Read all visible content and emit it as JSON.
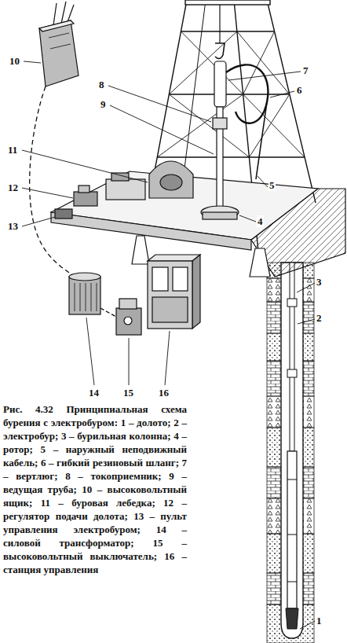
{
  "diagram": {
    "caption": "Рис. 4.32 Принципиальная схема бурения с электробуром: 1 – долото; 2 – электробур; 3 – бурильная колонна; 4 – ротор; 5 – наружный неподвижный кабель; 6 – гибкий резиновый шланг; 7 – вертлюг; 8 – токоприемник; 9 – ведущая труба; 10 – высоковольтный ящик; 11 – буровая лебедка; 12 – регулятор подачи долота; 13 – пульт управления электробуром; 14 – силовой трансформатор; 15 – высоковольтный выключатель; 16 – станция управления",
    "labels": [
      "7",
      "6",
      "8",
      "9",
      "10",
      "11",
      "12",
      "13",
      "5",
      "4",
      "14",
      "15",
      "16",
      "3",
      "2",
      "1"
    ]
  }
}
